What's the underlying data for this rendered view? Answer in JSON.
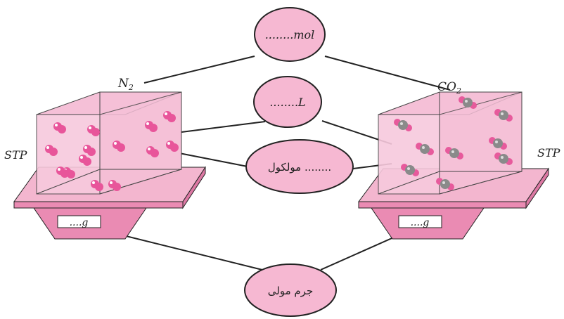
{
  "colors": {
    "pink_light": "#f7c9dd",
    "pink_mid": "#f3b6cf",
    "pink_dark": "#ea8bb3",
    "ellipse_fill": "#f6b8d2",
    "outline": "#222222",
    "n2_atom": "#e8559a",
    "co2_carbon": "#8a8a8a",
    "co2_oxygen": "#e75a9c",
    "background": "#ffffff"
  },
  "diagram": {
    "ellipses": {
      "mol": "........mol",
      "volume": "........L",
      "molecules": "مولکول ........",
      "molar_mass": "جرم مولی"
    },
    "left": {
      "gas_label": "N",
      "gas_sub": "2",
      "condition": "STP",
      "scale_display": "....g",
      "particle_icon": "diatomic-n2-molecule-icon"
    },
    "right": {
      "gas_label": "CO",
      "gas_sub": "2",
      "condition": "STP",
      "scale_display": "....g",
      "particle_icon": "co2-molecule-icon"
    }
  }
}
